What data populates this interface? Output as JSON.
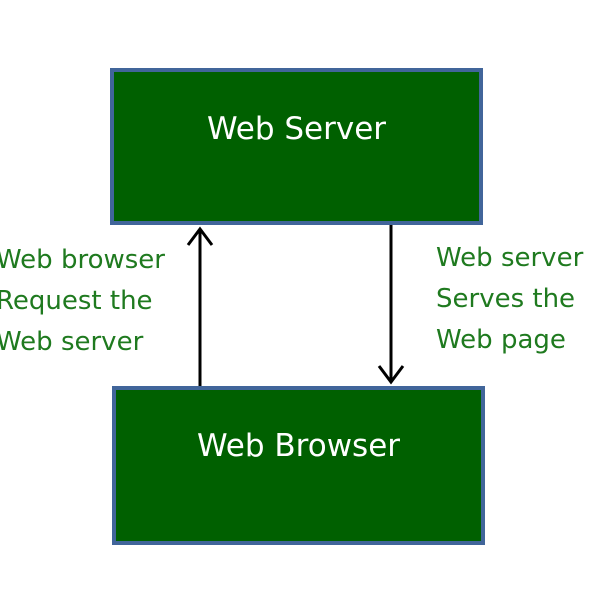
{
  "colors": {
    "box_fill": "#006000",
    "box_border": "#41659a",
    "box_text": "#ffffff",
    "label_text": "#1f7a1f",
    "arrow": "#000000"
  },
  "nodes": {
    "server": {
      "label": "Web Server"
    },
    "browser": {
      "label": "Web Browser"
    }
  },
  "edges": {
    "request": {
      "from": "browser",
      "to": "server",
      "label_lines": [
        "Web browser",
        "Request the",
        "Web server"
      ]
    },
    "response": {
      "from": "server",
      "to": "browser",
      "label_lines": [
        "Web server",
        "Serves the",
        "Web page"
      ]
    }
  }
}
